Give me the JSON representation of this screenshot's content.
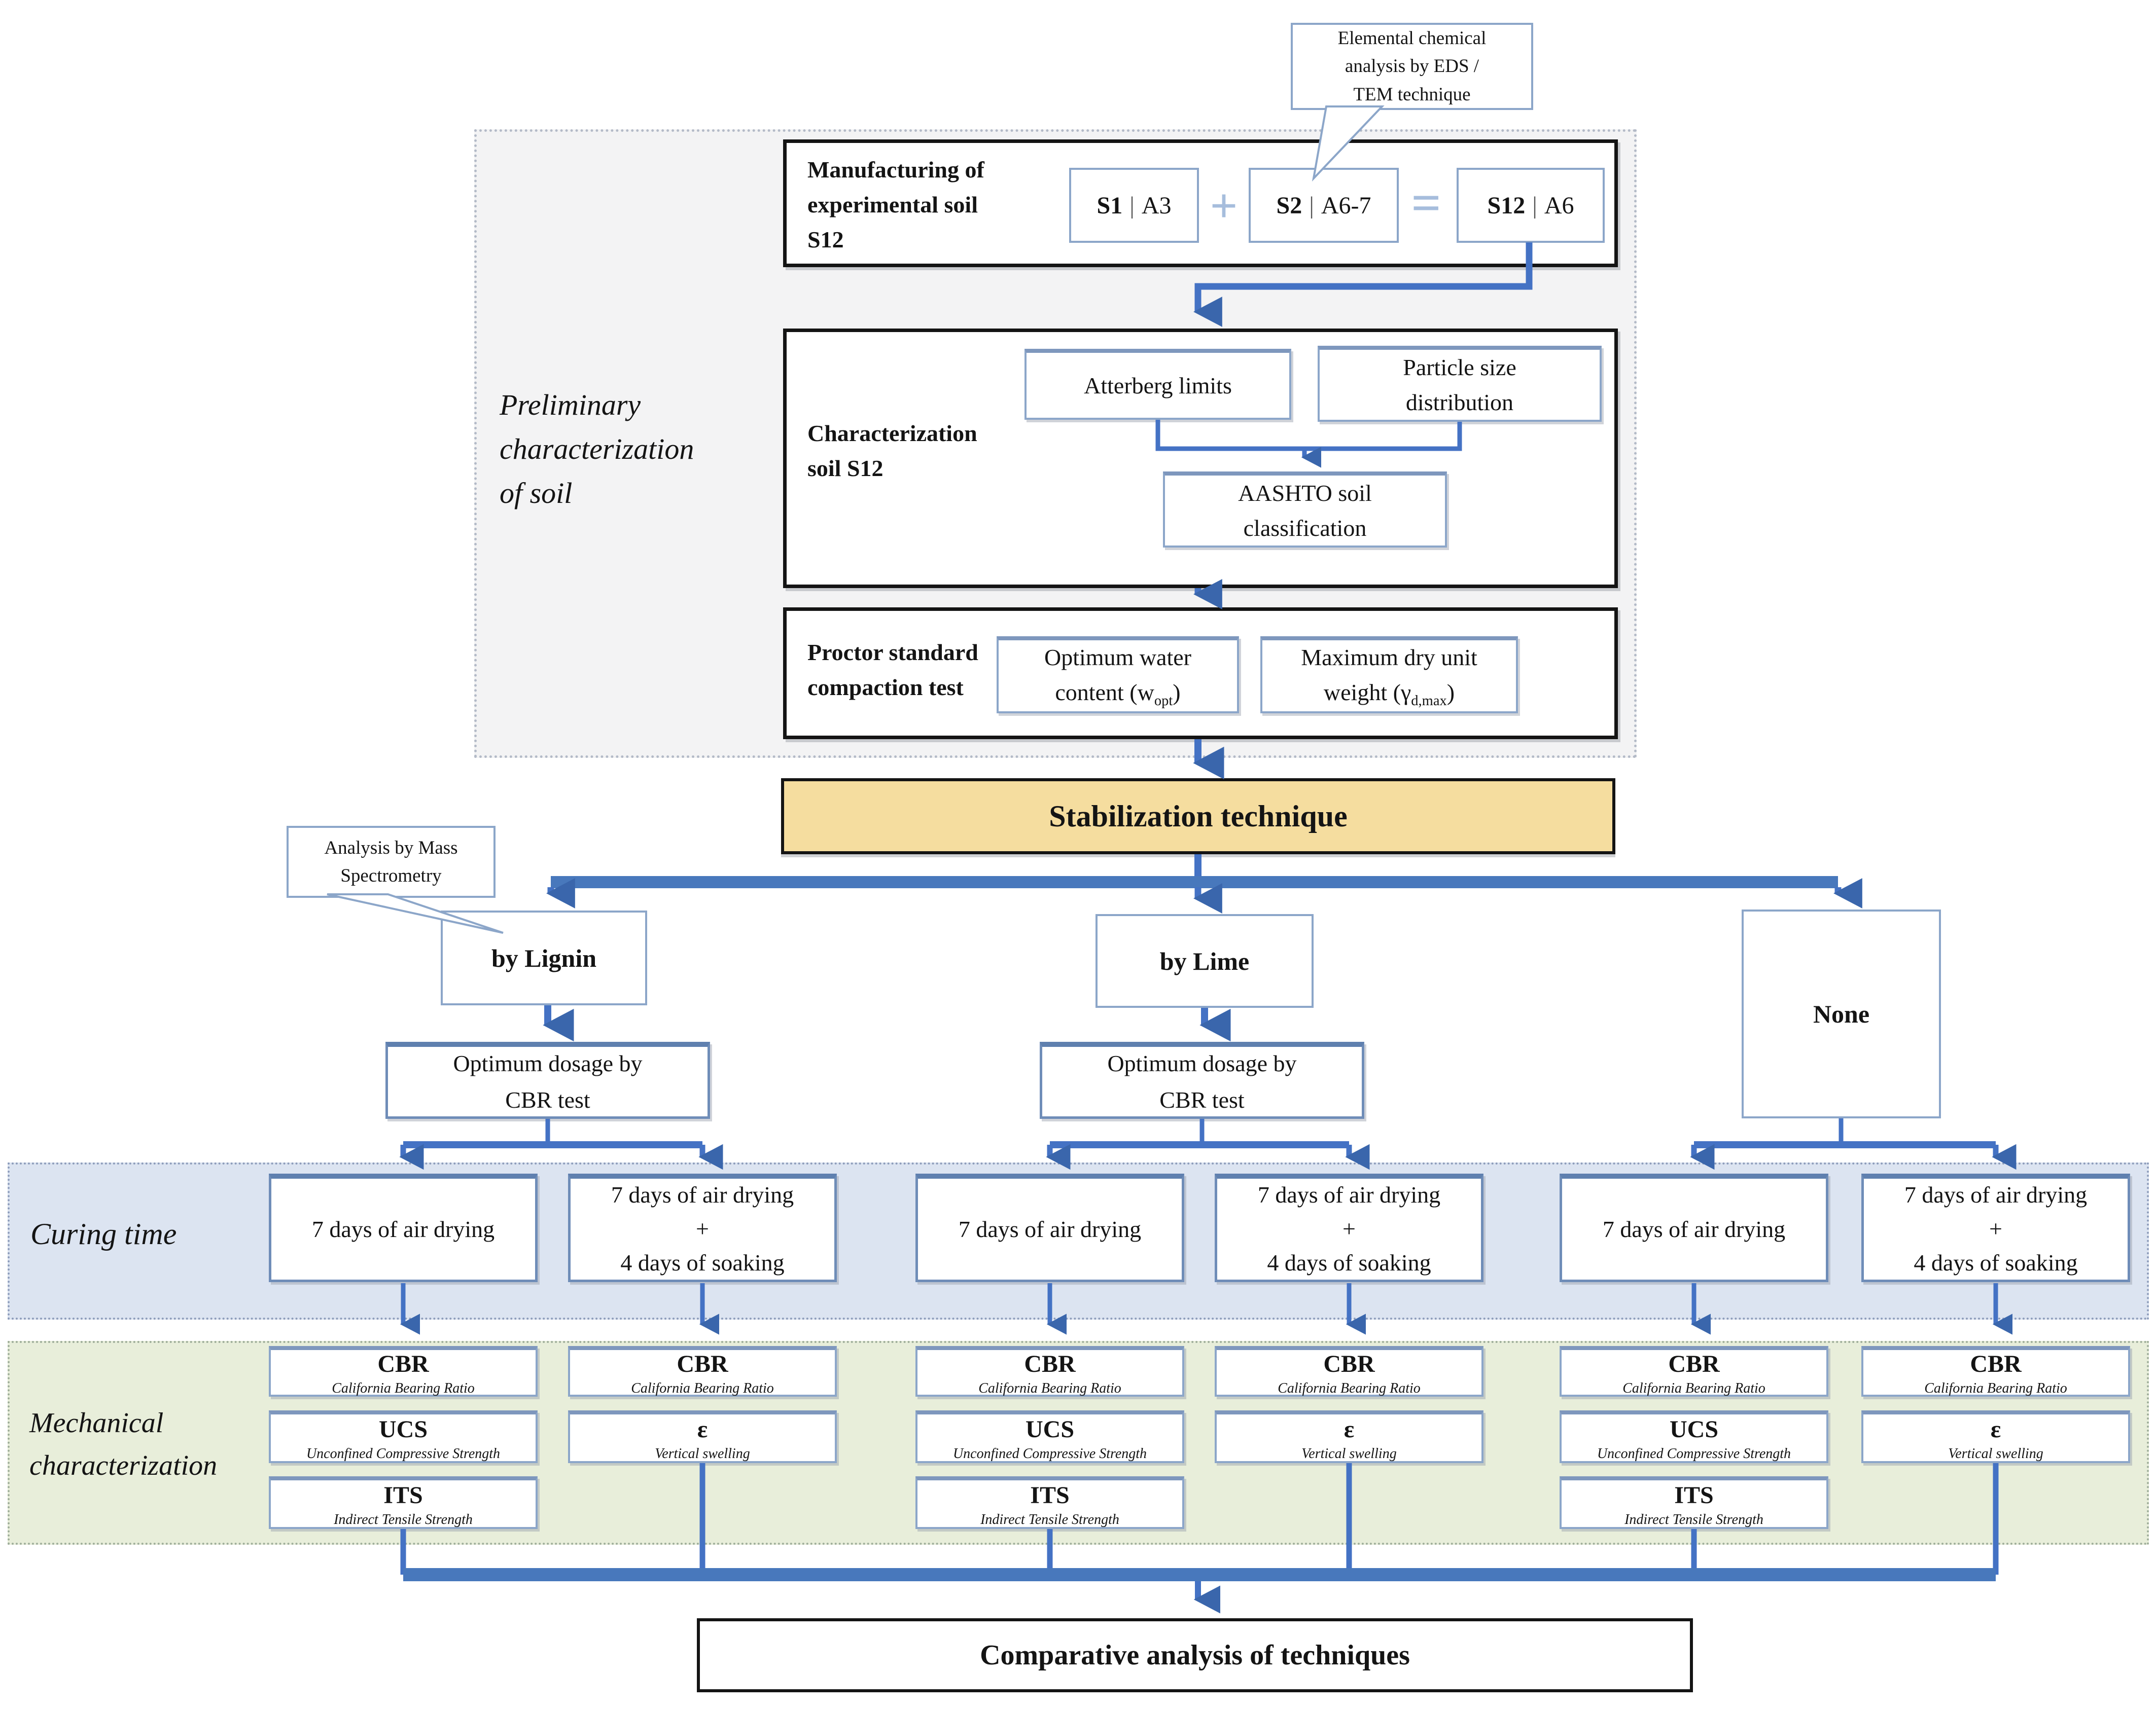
{
  "eds_callout": {
    "text": "Elemental chemical\nanalysis by EDS /\nTEM technique"
  },
  "ms_callout": {
    "text": "Analysis by Mass\nSpectrometry"
  },
  "preliminary": {
    "side_label": "Preliminary\ncharacterization\nof  soil",
    "manufacturing": {
      "title": "Manufacturing of\nexperimental soil\nS12",
      "operands": [
        {
          "bold": "S1",
          "sep": "|",
          "rest": "A3"
        },
        {
          "bold": "S2",
          "sep": "|",
          "rest": "A6-7"
        },
        {
          "bold": "S12",
          "sep": "|",
          "rest": "A6"
        }
      ],
      "plus": "+",
      "equals": "="
    },
    "characterization": {
      "title": "Characterization\nsoil S12",
      "atterberg": "Atterberg limits",
      "particle": "Particle size\ndistribution",
      "aashto": "AASHTO soil\nclassification"
    },
    "proctor": {
      "title": "Proctor standard\ncompaction test",
      "wopt": {
        "line1": "Optimum water",
        "pre": "content (w",
        "sub": "opt",
        "post": ")"
      },
      "gdmax": {
        "line1": "Maximum dry unit",
        "pre": "weight (γ",
        "sub": "d,max",
        "post": ")"
      }
    }
  },
  "stabilization": {
    "title": "Stabilization technique",
    "branches": {
      "lignin": "by Lignin",
      "lime": "by Lime",
      "none": "None"
    },
    "optimum_dosage": "Optimum  dosage by\nCBR test"
  },
  "curing": {
    "label": "Curing time",
    "air_drying": "7 days of air drying",
    "soaking": "7 days of air drying\n+\n4 days of soaking"
  },
  "mechanical": {
    "label": "Mechanical\ncharacterization",
    "cbr": {
      "abbr": "CBR",
      "full": "California Bearing Ratio"
    },
    "ucs": {
      "abbr": "UCS",
      "full": "Unconfined Compressive Strength"
    },
    "its": {
      "abbr": "ITS",
      "full": "Indirect  Tensile Strength"
    },
    "swelling": {
      "abbr": "ε",
      "full": "Vertical swelling"
    }
  },
  "comparative": {
    "title": "Comparative analysis of techniques"
  },
  "colors": {
    "accent_line": "#4472c4",
    "box_border": "#8ca6c9",
    "yellow_fill": "#f5dd9f",
    "curing_band": "#dce4f1",
    "mechanical_band": "#e8eeda"
  }
}
